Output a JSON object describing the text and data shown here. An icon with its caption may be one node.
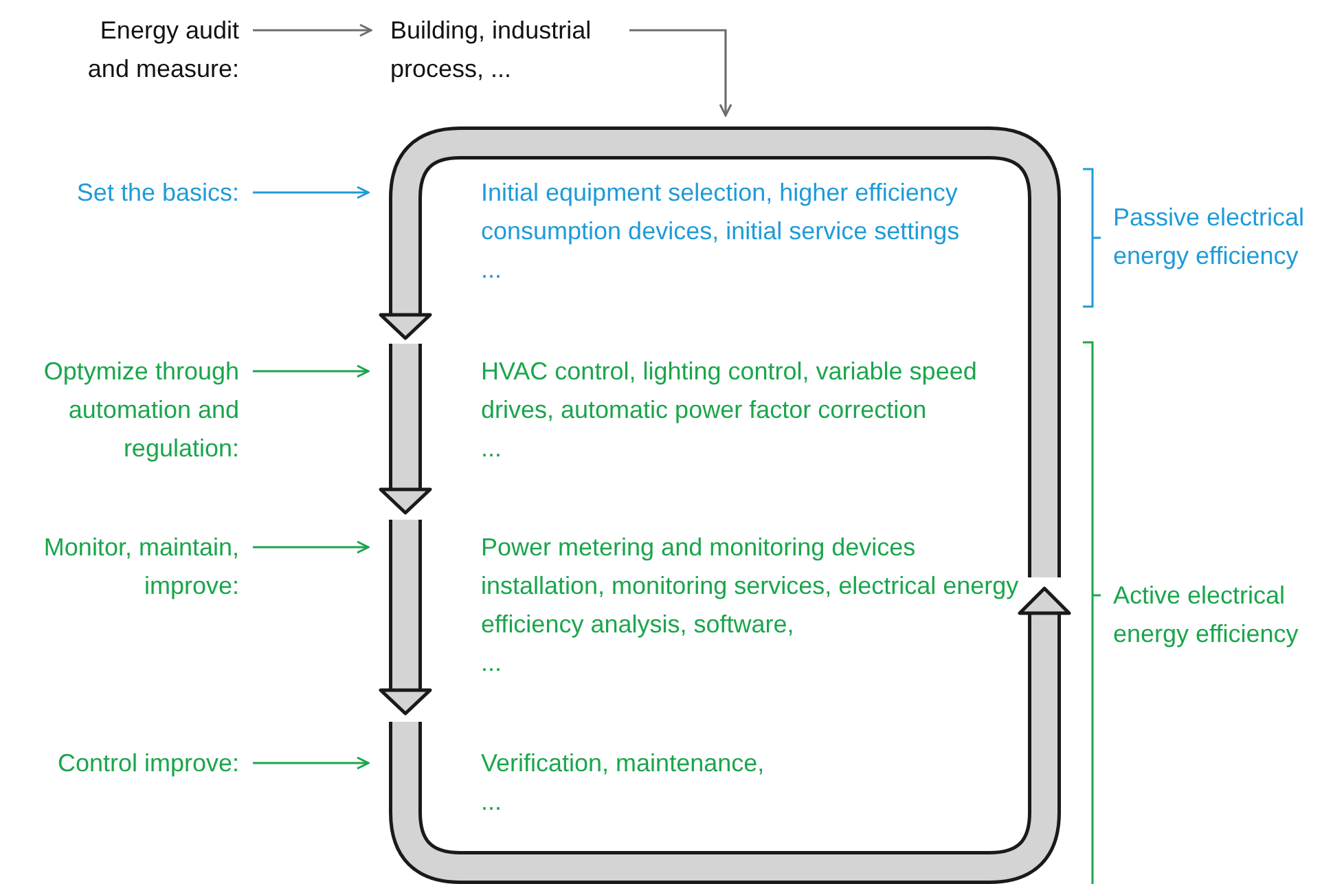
{
  "diagram": {
    "nodes": [
      {
        "text": [
          "Energy audit and measure:"
        ]
      },
      {
        "text": [
          "Building, industrial process, ..."
        ]
      },
      {
        "text": [
          "Set the basics:"
        ]
      },
      {
        "text": [
          "Initial equipment selection, higher efficiency consumption devices, initial service settings",
          "..."
        ]
      },
      {
        "text": [
          "Optymize through automation and regulation:"
        ]
      },
      {
        "text": [
          "HVAC control, lighting control, variable speed drives, automatic power factor correction",
          "..."
        ]
      },
      {
        "text": [
          "Monitor, maintain, improve:"
        ]
      },
      {
        "text": [
          "Power metering and monitoring devices installation, monitoring services, electrical energy efficiency analysis, software,",
          "..."
        ]
      },
      {
        "text": [
          "Control improve:"
        ]
      },
      {
        "text": [
          "Verification, maintenance,",
          "..."
        ]
      }
    ],
    "edges": [
      {
        "from": 0,
        "to": 1,
        "arrow": "to",
        "color": "#6e6e6e"
      },
      {
        "from": 1,
        "to": null,
        "arrow": "to",
        "color": "#6e6e6e"
      },
      {
        "from": 2,
        "to": 3,
        "arrow": "to",
        "color": "#1e9bd7"
      },
      {
        "from": 4,
        "to": 5,
        "arrow": "to"
      },
      {
        "from": 6,
        "to": 7,
        "arrow": "to"
      },
      {
        "from": 8,
        "to": 9,
        "arrow": "to"
      }
    ],
    "labels": [
      "Passive electrical energy efficiency",
      "Active electrical energy efficiency"
    ]
  }
}
